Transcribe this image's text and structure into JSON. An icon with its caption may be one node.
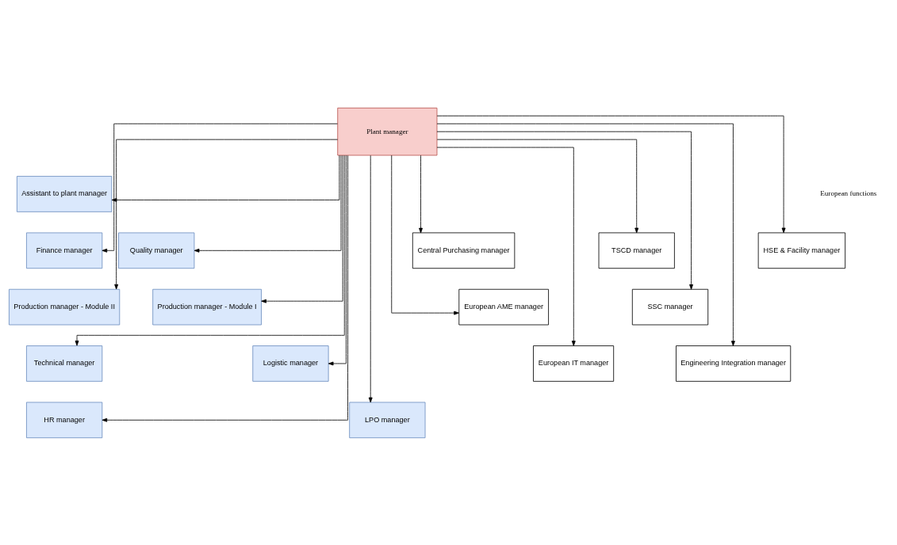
{
  "diagram": {
    "nodes": [
      {
        "text": [
          "Plant manager"
        ]
      },
      {
        "text": [
          "Assistant to plant manager"
        ]
      },
      {
        "text": [
          "Finance manager"
        ]
      },
      {
        "text": [
          "Quality manager"
        ]
      },
      {
        "text": [
          "Production manager - Module II"
        ]
      },
      {
        "text": [
          "Production manager - Module I"
        ]
      },
      {
        "text": [
          "Technical manager"
        ]
      },
      {
        "text": [
          "Logistic manager"
        ]
      },
      {
        "text": [
          "HR manager"
        ]
      },
      {
        "text": [
          "LPO manager"
        ]
      },
      {
        "text": [
          "Central Purchasing manager"
        ]
      },
      {
        "text": [
          "European AME manager"
        ]
      },
      {
        "text": [
          "European IT manager"
        ]
      },
      {
        "text": [
          "TSCD manager"
        ]
      },
      {
        "text": [
          "SSC manager"
        ]
      },
      {
        "text": [
          "Engineering Integration manager"
        ]
      },
      {
        "text": [
          "HSE & Facility manager"
        ]
      }
    ],
    "edges": [
      {
        "from": 0,
        "to": 1,
        "arrow": "to"
      },
      {
        "from": 0,
        "to": 2,
        "arrow": "to"
      },
      {
        "from": 0,
        "to": 3,
        "arrow": "to"
      },
      {
        "from": 0,
        "to": 4,
        "arrow": "to"
      },
      {
        "from": 0,
        "to": 5,
        "arrow": "to"
      },
      {
        "from": 0,
        "to": 6,
        "arrow": "to"
      },
      {
        "from": 0,
        "to": 7,
        "arrow": "to"
      },
      {
        "from": 0,
        "to": 8,
        "arrow": "to"
      },
      {
        "from": 0,
        "to": 9,
        "arrow": "to"
      },
      {
        "from": 0,
        "to": 10,
        "arrow": "to"
      },
      {
        "from": 0,
        "to": 11,
        "arrow": "to"
      },
      {
        "from": 0,
        "to": 12,
        "arrow": "to"
      },
      {
        "from": 0,
        "to": 13,
        "arrow": "to"
      },
      {
        "from": 0,
        "to": 14,
        "arrow": "to"
      },
      {
        "from": 0,
        "to": 15,
        "arrow": "to"
      },
      {
        "from": 0,
        "to": 16,
        "arrow": "to"
      }
    ],
    "labels": [
      "European functions"
    ]
  }
}
